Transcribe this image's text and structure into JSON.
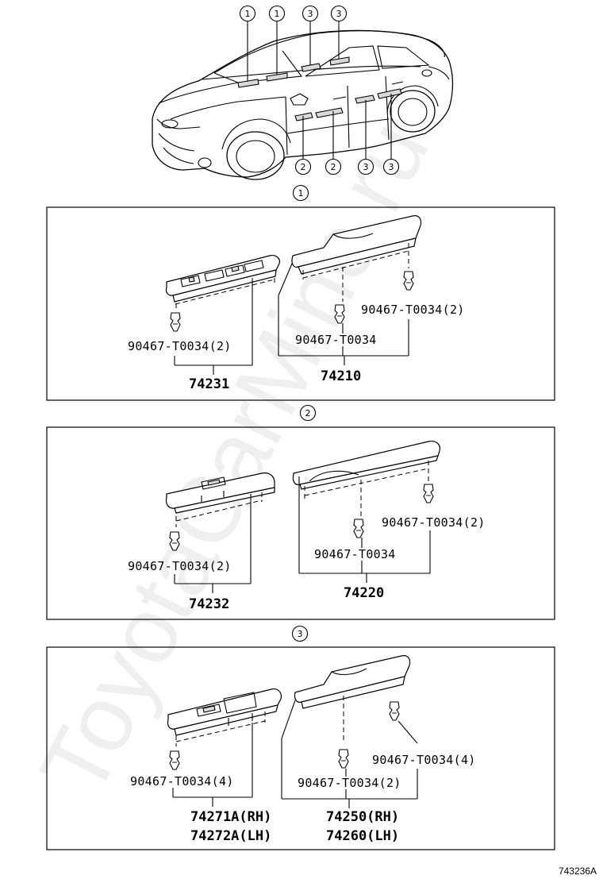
{
  "watermark": "ToyotaCarMine.ru",
  "figure_id": "743236A",
  "overview_callouts": [
    "1",
    "1",
    "3",
    "3",
    "2",
    "2",
    "3",
    "3"
  ],
  "sections": [
    {
      "marker": "1",
      "switch_clip_label": "90467-T0034(2)",
      "switch_part_no": [
        "74231"
      ],
      "panel_clip_center_label": "90467-T0034",
      "panel_clip_right_label": "90467-T0034(2)",
      "panel_part_no": [
        "74210"
      ]
    },
    {
      "marker": "2",
      "switch_clip_label": "90467-T0034(2)",
      "switch_part_no": [
        "74232"
      ],
      "panel_clip_center_label": "90467-T0034",
      "panel_clip_right_label": "90467-T0034(2)",
      "panel_part_no": [
        "74220"
      ]
    },
    {
      "marker": "3",
      "switch_clip_label": "90467-T0034(4)",
      "switch_part_no": [
        "74271A(RH)",
        "74272A(LH)"
      ],
      "panel_clip_center_label": "90467-T0034(2)",
      "panel_clip_right_label": "90467-T0034(4)",
      "panel_part_no": [
        "74250(RH)",
        "74260(LH)"
      ]
    }
  ]
}
